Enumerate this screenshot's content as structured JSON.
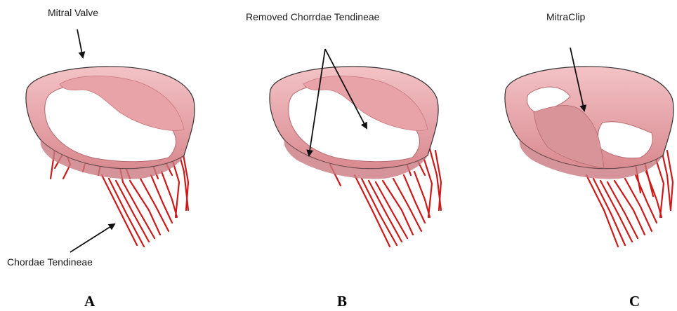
{
  "annotations": {
    "mitral_valve": "Mitral Valve",
    "removed_chordae": "Removed Chorrdae Tendineae",
    "mitraclip": "MitraClip",
    "chordae_tendineae": "Chordae Tendineae"
  },
  "panels": {
    "a": "A",
    "b": "B",
    "c": "C"
  },
  "colors": {
    "leaflet_fill": "#e8a3a8",
    "leaflet_shadow": "#c9797f",
    "leaflet_highlight": "#f3c3c6",
    "chordae": "#cc1a1a",
    "outline": "#333333",
    "arrow": "#111111"
  }
}
